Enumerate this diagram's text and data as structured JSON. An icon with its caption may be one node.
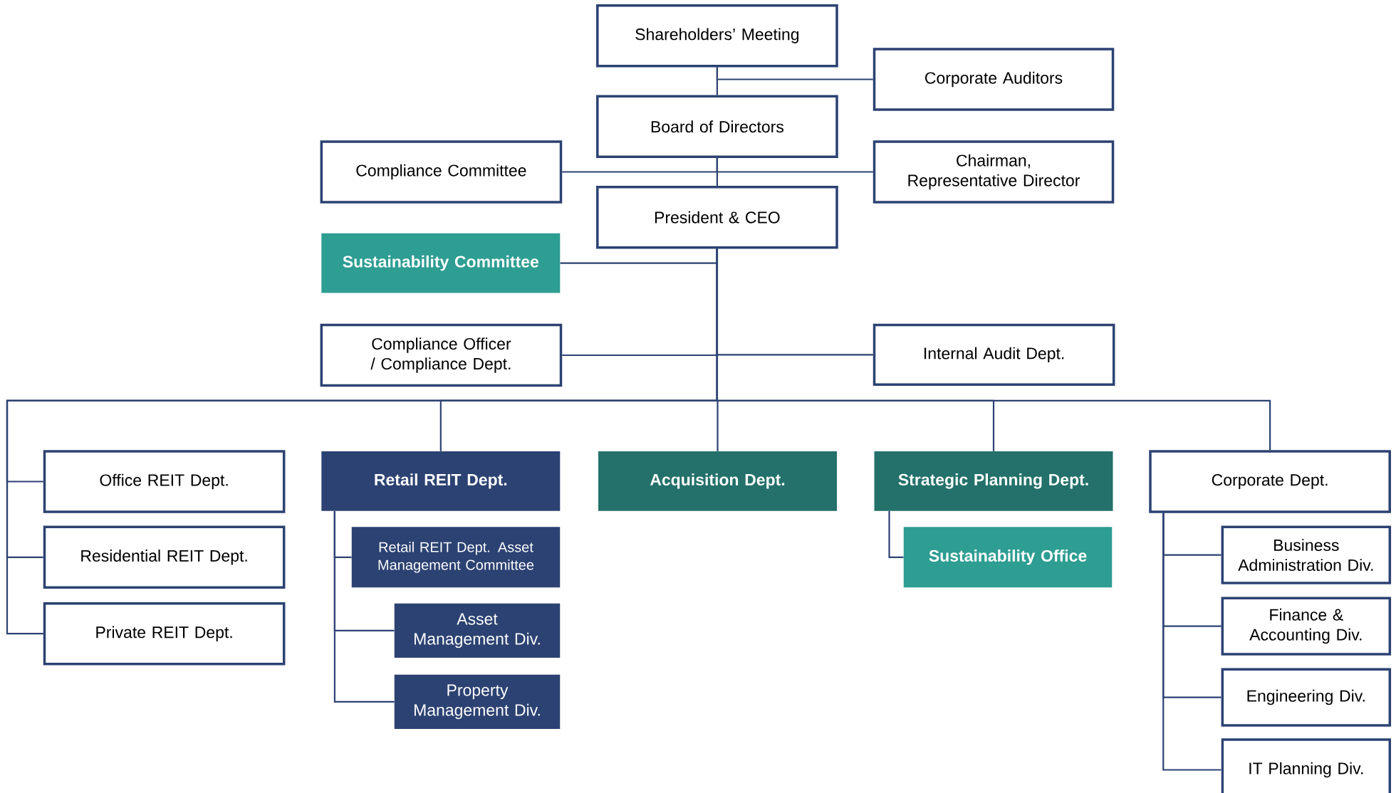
{
  "diagram": {
    "nodes": [
      {
        "text": [
          "Shareholders’ Meeting"
        ]
      },
      {
        "text": [
          "Corporate Auditors"
        ]
      },
      {
        "text": [
          "Board of Directors"
        ]
      },
      {
        "text": [
          "Compliance Committee"
        ]
      },
      {
        "text": [
          "Chairman, Representative Director"
        ]
      },
      {
        "text": [
          "President & CEO"
        ]
      },
      {
        "text": [
          "Sustainability Committee"
        ]
      },
      {
        "text": [
          "Compliance Officer / Compliance Dept."
        ]
      },
      {
        "text": [
          "Internal Audit Dept."
        ]
      },
      {
        "text": [
          "Office REIT Dept."
        ]
      },
      {
        "text": [
          "Residential REIT Dept."
        ]
      },
      {
        "text": [
          "Private REIT Dept."
        ]
      },
      {
        "text": [
          "Retail REIT Dept."
        ]
      },
      {
        "text": [
          "Retail REIT Dept. Asset Management Committee"
        ]
      },
      {
        "text": [
          "Asset Management Div."
        ]
      },
      {
        "text": [
          "Property Management Div."
        ]
      },
      {
        "text": [
          "Acquisition Dept."
        ]
      },
      {
        "text": [
          "Strategic Planning Dept."
        ]
      },
      {
        "text": [
          "Sustainability Office"
        ]
      },
      {
        "text": [
          "Corporate Dept."
        ]
      },
      {
        "text": [
          "Business Administration Div."
        ]
      },
      {
        "text": [
          "Finance & Accounting Div."
        ]
      },
      {
        "text": [
          "Engineering Div."
        ]
      },
      {
        "text": [
          "IT Planning Div."
        ]
      }
    ],
    "edges": [
      {
        "from": 0,
        "to": 2,
        "arrow": "none"
      },
      {
        "from": 0,
        "to": 1,
        "arrow": "none"
      },
      {
        "from": 2,
        "to": 5,
        "arrow": "none"
      },
      {
        "from": 2,
        "to": 3,
        "arrow": "none"
      },
      {
        "from": 2,
        "to": 4,
        "arrow": "none"
      },
      {
        "from": 5,
        "to": 6,
        "arrow": "none"
      },
      {
        "from": 5,
        "to": 7,
        "arrow": "none"
      },
      {
        "from": 5,
        "to": 8,
        "arrow": "none"
      },
      {
        "from": 5,
        "to": 9,
        "arrow": "none"
      },
      {
        "from": 5,
        "to": 10,
        "arrow": "none"
      },
      {
        "from": 5,
        "to": 11,
        "arrow": "none"
      },
      {
        "from": 5,
        "to": 12,
        "arrow": "none"
      },
      {
        "from": 5,
        "to": 16,
        "arrow": "none"
      },
      {
        "from": 5,
        "to": 17,
        "arrow": "none"
      },
      {
        "from": 5,
        "to": 19,
        "arrow": "none"
      },
      {
        "from": 12,
        "to": 13,
        "arrow": "none"
      },
      {
        "from": 12,
        "to": 14,
        "arrow": "none"
      },
      {
        "from": 12,
        "to": 15,
        "arrow": "none"
      },
      {
        "from": 17,
        "to": 18,
        "arrow": "none"
      },
      {
        "from": 19,
        "to": 20,
        "arrow": "none"
      },
      {
        "from": 19,
        "to": 21,
        "arrow": "none"
      },
      {
        "from": 19,
        "to": 22,
        "arrow": "none"
      },
      {
        "from": 19,
        "to": 23,
        "arrow": "none"
      }
    ]
  }
}
